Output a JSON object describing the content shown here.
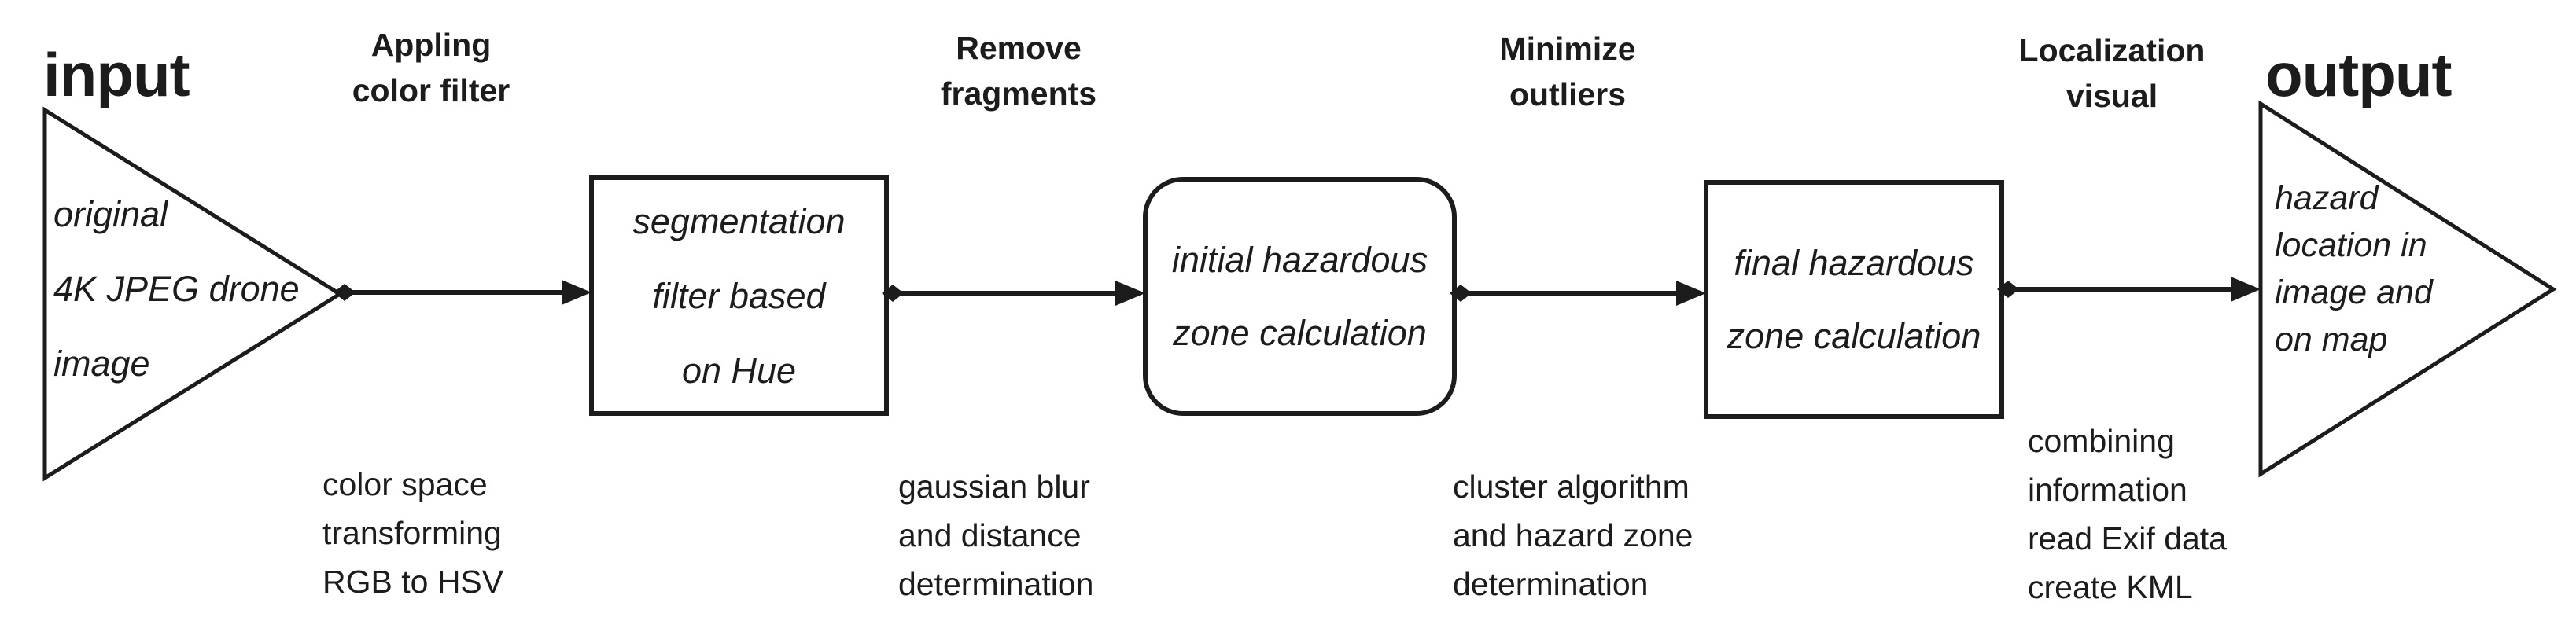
{
  "colors": {
    "ink": "#1c1c1c",
    "background": "#ffffff"
  },
  "flow": {
    "input": {
      "heading": "input",
      "body": "original\n4K JPEG drone\nimage"
    },
    "process_segmentation": {
      "label": "segmentation\nfilter based\non Hue"
    },
    "process_initial_zone": {
      "label": "initial hazardous\nzone calculation"
    },
    "process_final_zone": {
      "label": "final hazardous\nzone calculation"
    },
    "output": {
      "heading": "output",
      "body": "hazard\nlocation in\nimage and\non map"
    },
    "arrows": [
      {
        "top_label": "Appling\ncolor filter",
        "bottom_label": "color space\ntransforming\nRGB to HSV"
      },
      {
        "top_label": "Remove\nfragments",
        "bottom_label": "gaussian blur\nand distance\ndetermination"
      },
      {
        "top_label": "Minimize\noutliers",
        "bottom_label": "cluster algorithm\nand hazard zone\ndetermination"
      },
      {
        "top_label": "Localization\nvisual",
        "bottom_label": "combining\ninformation\nread Exif data\ncreate KML"
      }
    ]
  }
}
